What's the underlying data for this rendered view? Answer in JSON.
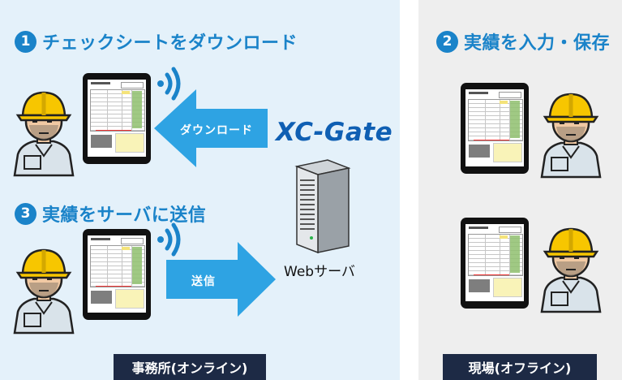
{
  "steps": {
    "download": {
      "number": "1",
      "title": "チェックシートをダウンロード"
    },
    "record": {
      "number": "2",
      "title": "実績を入力・保存"
    },
    "send": {
      "number": "3",
      "title": "実績をサーバに送信"
    }
  },
  "arrows": {
    "download_label": "ダウンロード",
    "send_label": "送信"
  },
  "logo": "XC-Gate",
  "server_label": "Webサーバ",
  "panels": {
    "office_label": "事務所(オンライン)",
    "field_label": "現場(オフライン)"
  },
  "colors": {
    "accent": "#1a83c9",
    "arrow": "#2ea3e3",
    "footer": "#1d2a45",
    "helmet": "#f7c600",
    "office_bg": "#e4f1fa",
    "field_bg": "#eeeeee"
  },
  "icons": [
    "worker-icon",
    "tablet-icon",
    "wifi-icon",
    "server-icon",
    "arrow-left-icon",
    "arrow-right-icon"
  ]
}
